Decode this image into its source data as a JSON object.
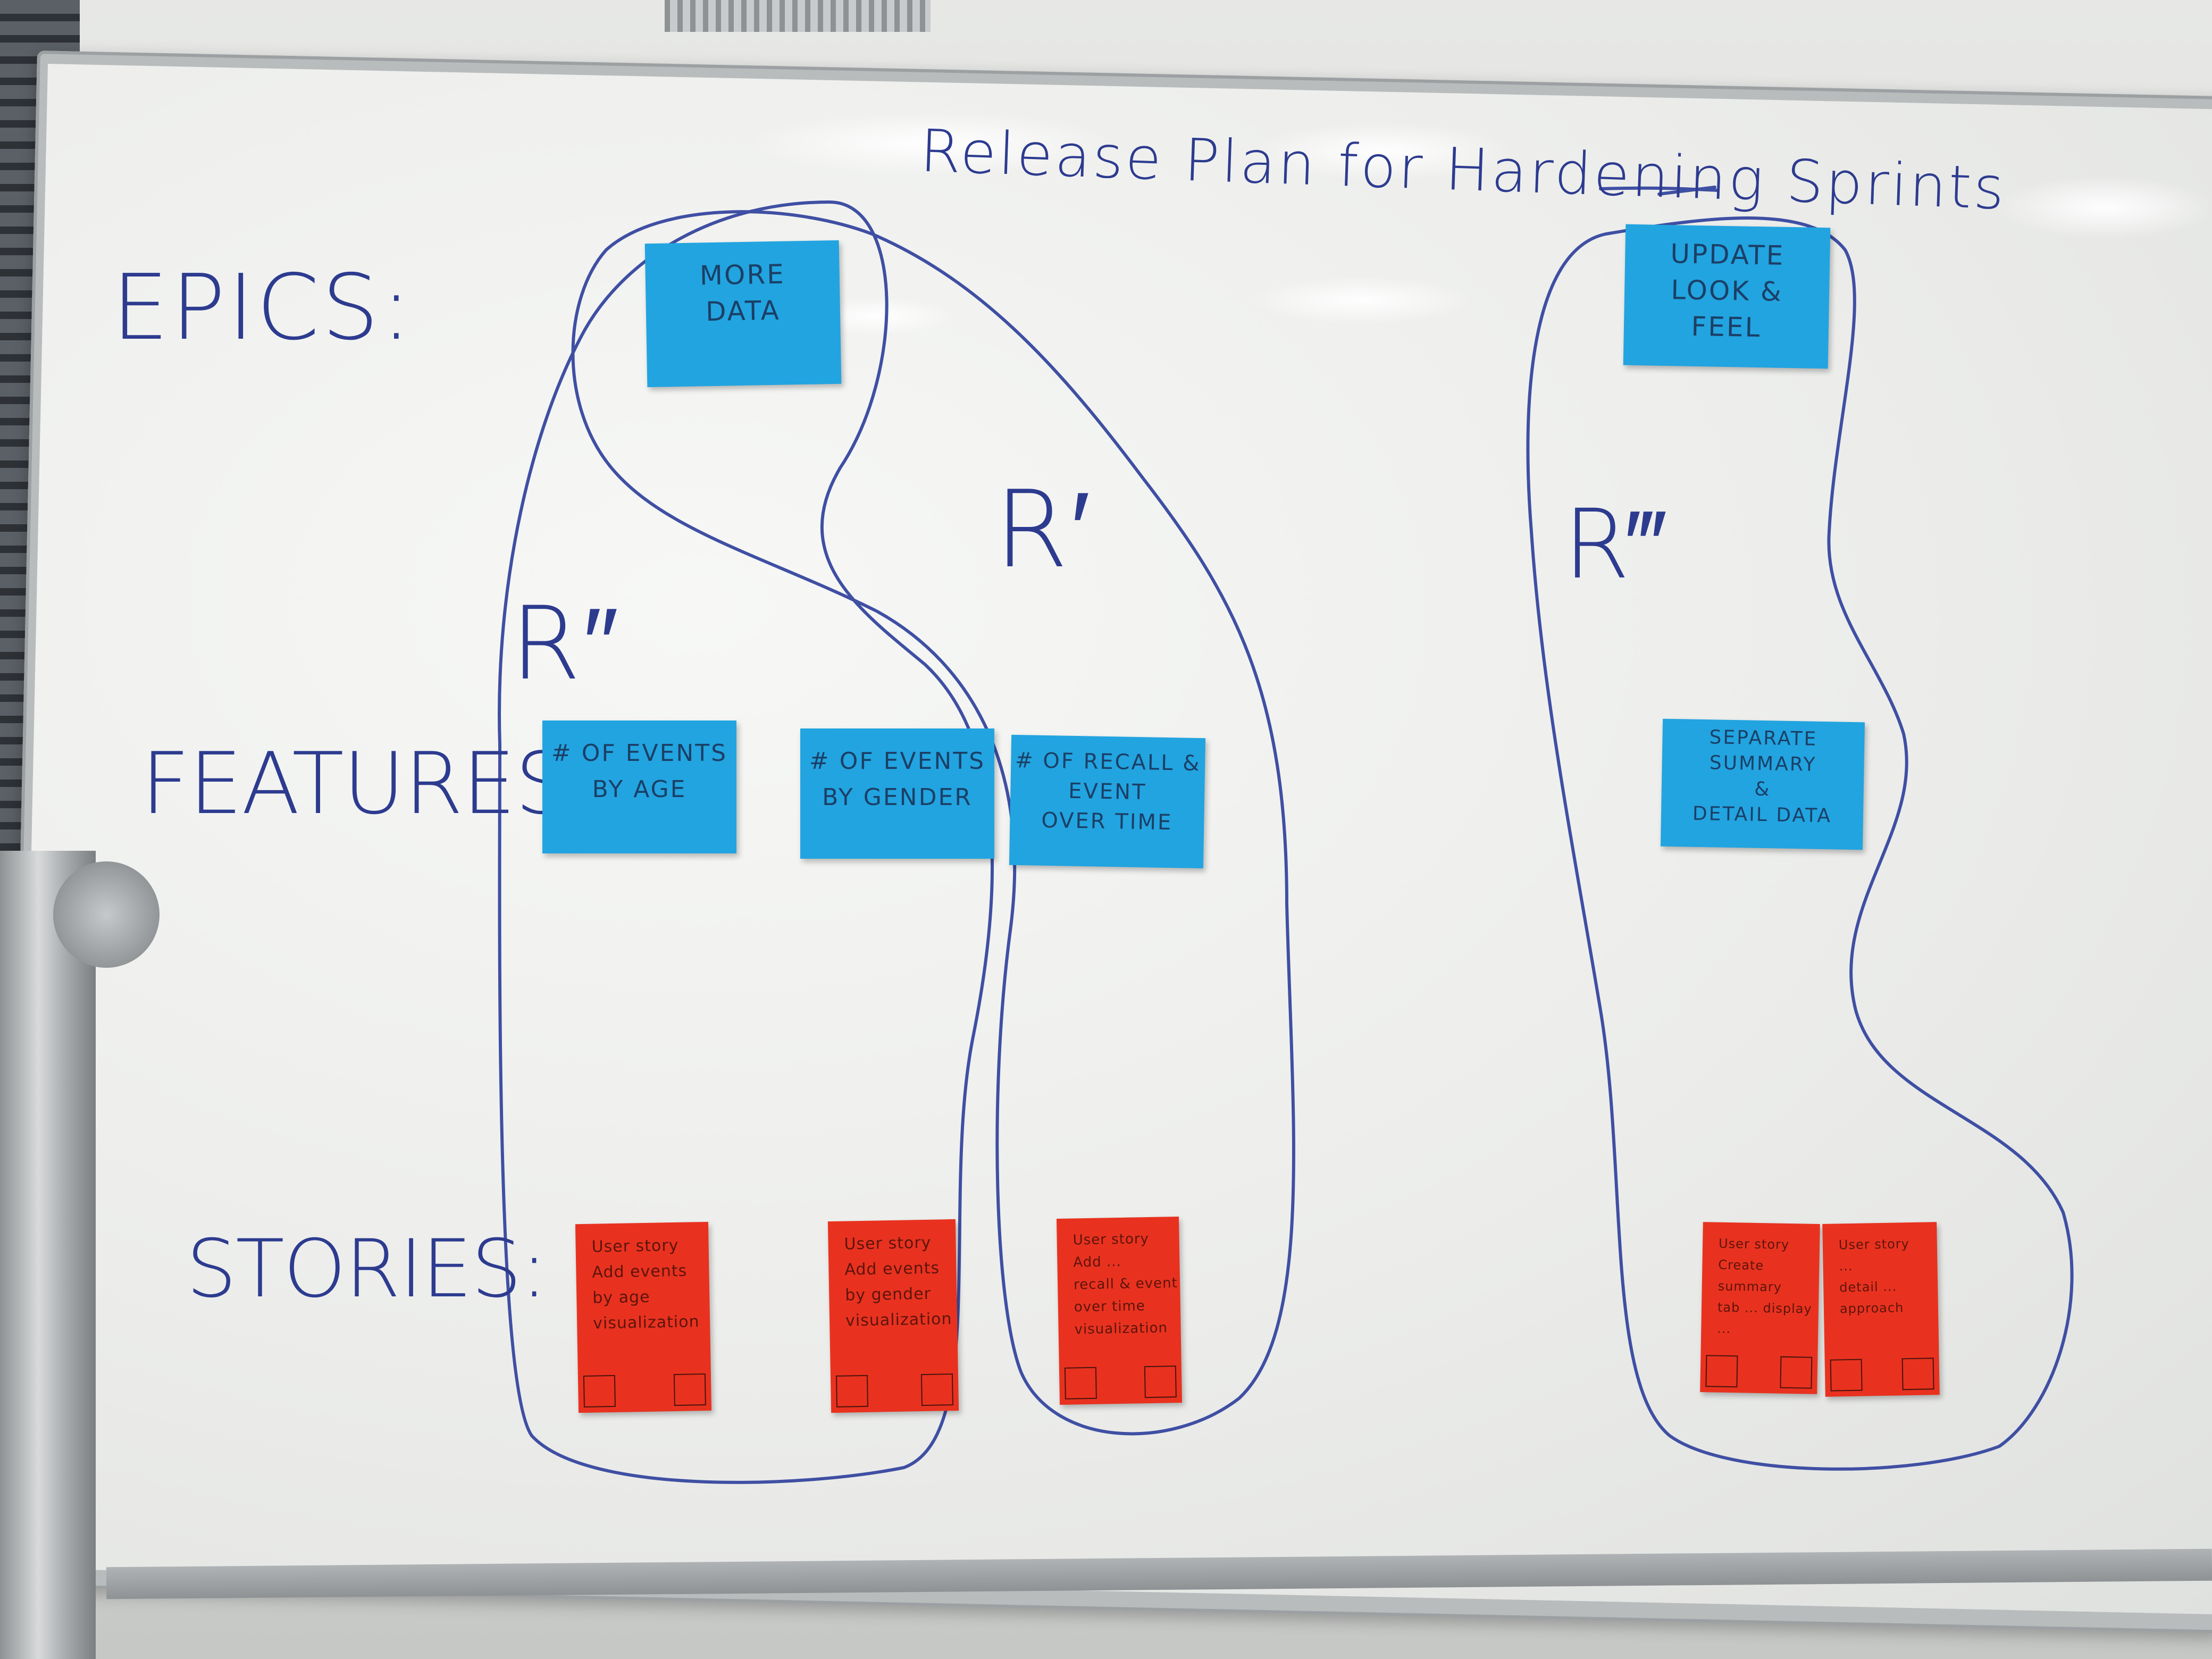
{
  "board": {
    "title": "Release Plan for Hardening Sprints",
    "rows": {
      "epics": "EPICS:",
      "features": "FEATURES:",
      "stories": "STORIES:"
    },
    "release_labels": {
      "r1": "R′",
      "r2": "R″",
      "r3": "R‴"
    },
    "epics": [
      {
        "text": "MORE\nDATA",
        "color": "#22a4e0"
      },
      {
        "text": "UPDATE\nLOOK &\nFEEL",
        "color": "#22a4e0"
      }
    ],
    "features": [
      {
        "text": "# OF EVENTS\nBY AGE",
        "color": "#22a4e0"
      },
      {
        "text": "# OF EVENTS\nBY GENDER",
        "color": "#22a4e0"
      },
      {
        "text": "# OF RECALL &\nEVENT\nOVER TIME",
        "color": "#22a4e0"
      },
      {
        "text": "SEPARATE\nSUMMARY\n&\nDETAIL DATA",
        "color": "#22a4e0"
      }
    ],
    "stories": [
      {
        "text": "User story\nAdd events\nby age\nvisualization",
        "color": "#e8321f"
      },
      {
        "text": "User story\nAdd events\nby gender\nvisualization",
        "color": "#e8321f"
      },
      {
        "text": "User story\nAdd ...\nrecall & event\nover time\nvisualization",
        "color": "#e8321f"
      },
      {
        "text": "User story\nCreate summary\ntab ... display\n... ",
        "color": "#e8321f"
      },
      {
        "text": "User story\n...\ndetail ...\napproach",
        "color": "#e8321f"
      }
    ],
    "marker_color": "#2d3b8f"
  }
}
